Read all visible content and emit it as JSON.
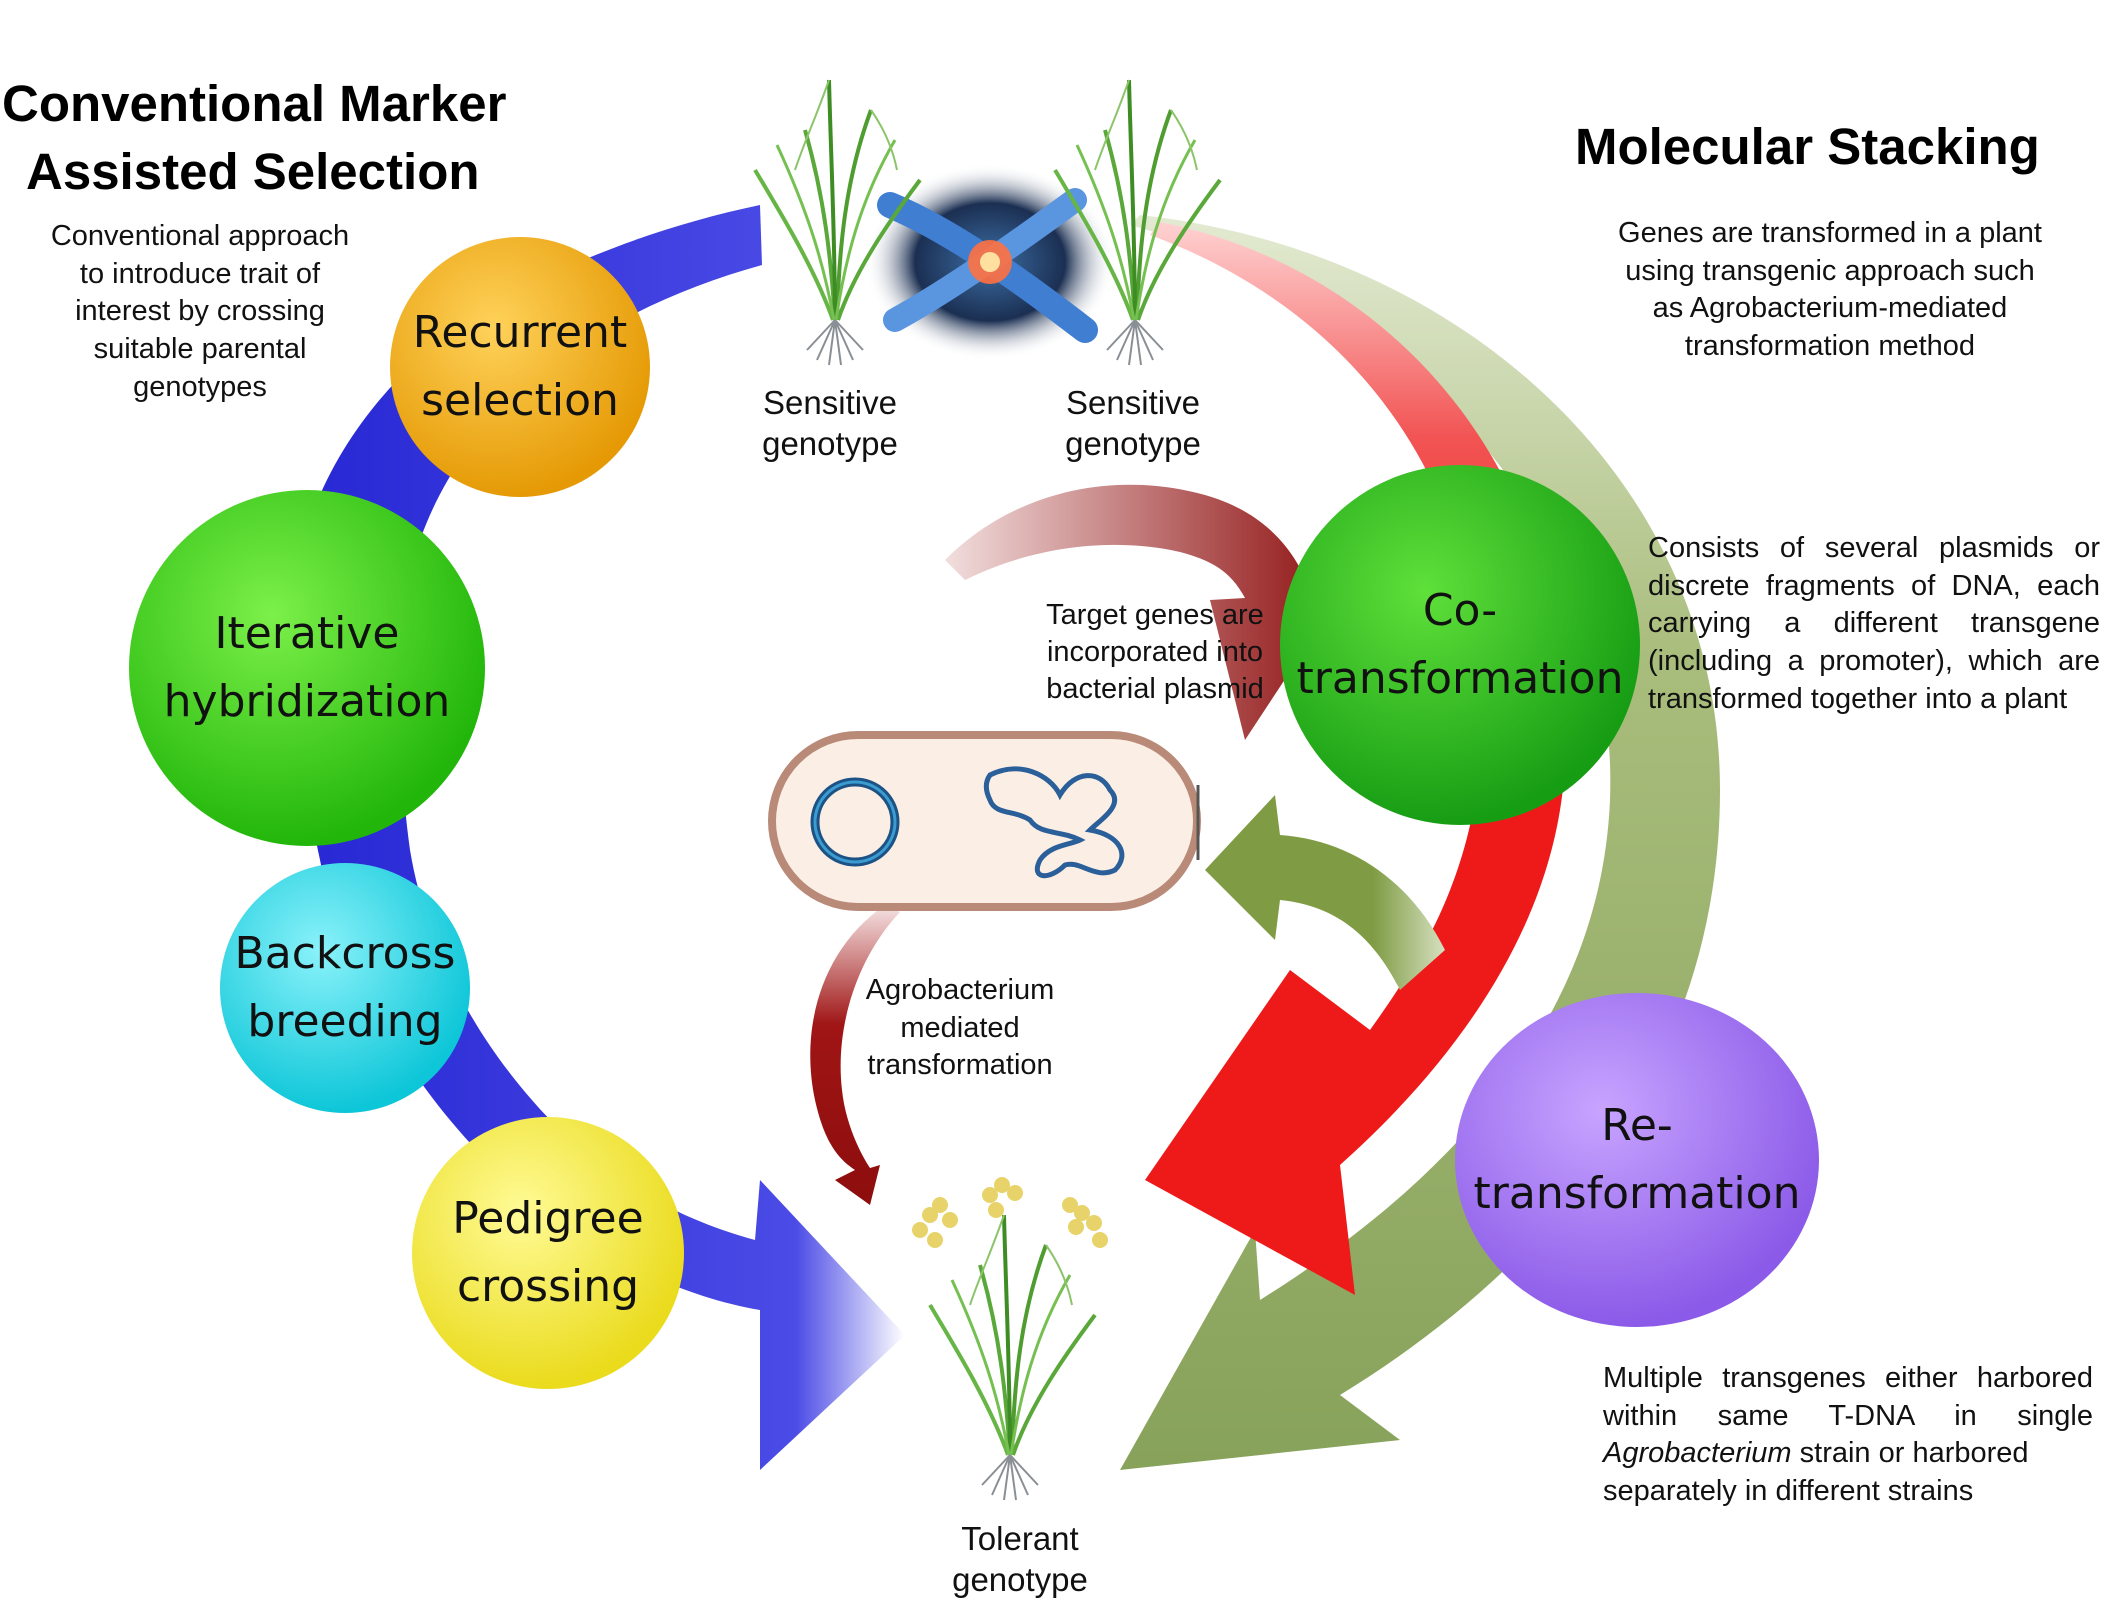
{
  "titles": {
    "left_line1": "Conventional Marker",
    "left_line2": "Assisted Selection",
    "right": "Molecular Stacking"
  },
  "descriptions": {
    "conventional": [
      "Conventional approach",
      "to introduce trait of",
      "interest by crossing",
      "suitable parental",
      "genotypes"
    ],
    "molecular": [
      "Genes are transformed in a plant",
      "using transgenic approach such",
      "as Agrobacterium-mediated",
      "transformation method"
    ],
    "cotransformation_lines": [
      "Consists of several plasmids or",
      "discrete fragments of DNA, each",
      "carrying a different transgene",
      "(including a promoter), which are",
      "transformed together into a plant"
    ],
    "retransformation": {
      "line1": "Multiple transgenes either harbored",
      "line2": "within same T-DNA in single",
      "line3_italic": "Agrobacterium",
      "line3_rest": " strain or harbored",
      "line4": "separately in different strains"
    },
    "plasmid": [
      "Target genes are",
      "incorporated into",
      "bacterial plasmid"
    ],
    "agro": [
      "Agrobacterium",
      "mediated",
      "transformation"
    ]
  },
  "genotypes": {
    "sensitive_1": [
      "Sensitive",
      "genotype"
    ],
    "sensitive_2": [
      "Sensitive",
      "genotype"
    ],
    "tolerant": [
      "Tolerant",
      "genotype"
    ]
  },
  "circles": {
    "recurrent": {
      "lines": [
        "Recurrent",
        "selection"
      ],
      "color": "#f3b21a"
    },
    "iterative": {
      "lines": [
        "Iterative",
        "hybridization"
      ],
      "color": "#3fd61b"
    },
    "backcross": {
      "lines": [
        "Backcross",
        "breeding"
      ],
      "color": "#1fd8e6"
    },
    "pedigree": {
      "lines": [
        "Pedigree",
        "crossing"
      ],
      "color": "#f6ee3c"
    },
    "cotrans": {
      "lines": [
        "Co-",
        "transformation"
      ],
      "color": "#27b825"
    },
    "retrans": {
      "lines": [
        "Re-",
        "transformation"
      ],
      "color": "#9d6ef0"
    }
  },
  "colors": {
    "conventional_arrow": "#2a2bd6",
    "cotransformation_arrow": "#ee1b1b",
    "retransformation_arrow": "#8aa356",
    "small_arrows": "#8f0f0f",
    "return_arrow": "#7f9c44",
    "bacterium_fill": "#fbeee4",
    "bacterium_outline": "#b98a78",
    "dna": "#2a5f9a"
  },
  "icons": [
    "rice-plant-icon",
    "chromosome-icon",
    "bacterium-icon",
    "plasmid-ring-icon",
    "dna-strand-icon",
    "rice-plant-grain-icon"
  ]
}
